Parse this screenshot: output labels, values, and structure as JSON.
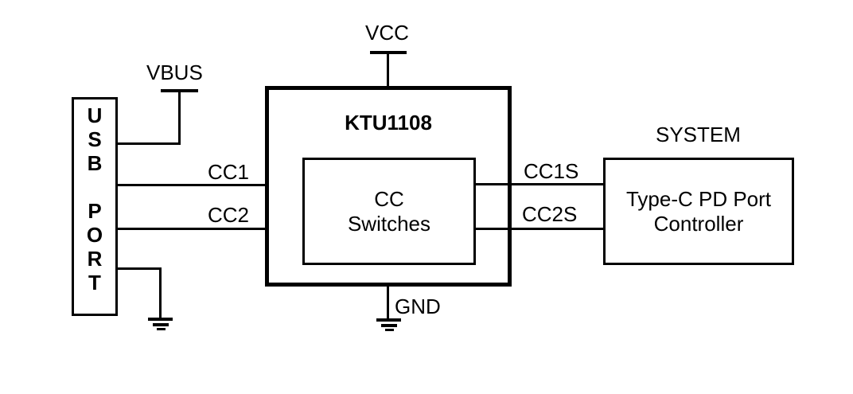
{
  "power": {
    "vcc": "VCC",
    "vbus": "VBUS",
    "gnd": "GND"
  },
  "usb_port": {
    "label": "U\nS\nB\n\nP\nO\nR\nT"
  },
  "chip": {
    "name": "KTU1108",
    "block": "CC\nSwitches"
  },
  "signals": {
    "cc1": "CC1",
    "cc2": "CC2",
    "cc1s": "CC1S",
    "cc2s": "CC2S"
  },
  "system": {
    "caption": "SYSTEM",
    "box": "Type-C PD Port\nController"
  },
  "colors": {
    "ink": "#000000",
    "background": "#ffffff"
  }
}
